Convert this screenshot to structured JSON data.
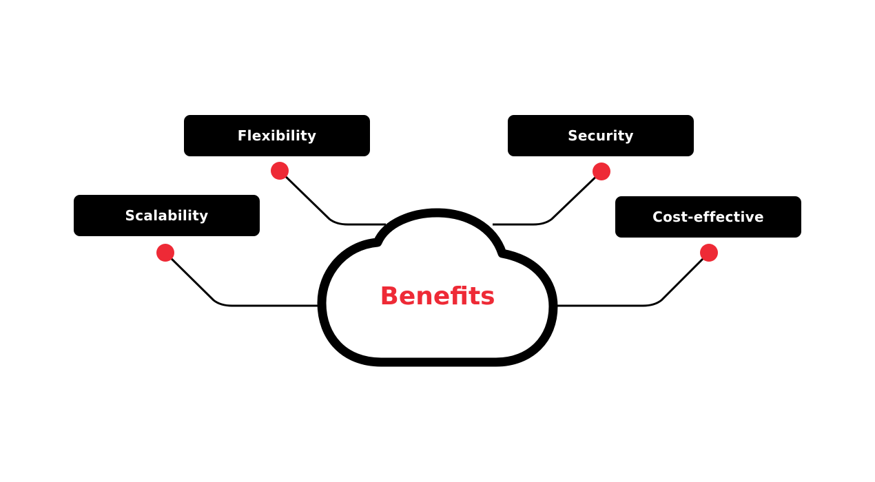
{
  "center": {
    "label": "Benefits"
  },
  "benefits": [
    {
      "label": "Flexibility"
    },
    {
      "label": "Security"
    },
    {
      "label": "Scalability"
    },
    {
      "label": "Cost-effective"
    }
  ],
  "colors": {
    "accent": "#EE2A36",
    "box": "#000000",
    "line": "#000000"
  }
}
